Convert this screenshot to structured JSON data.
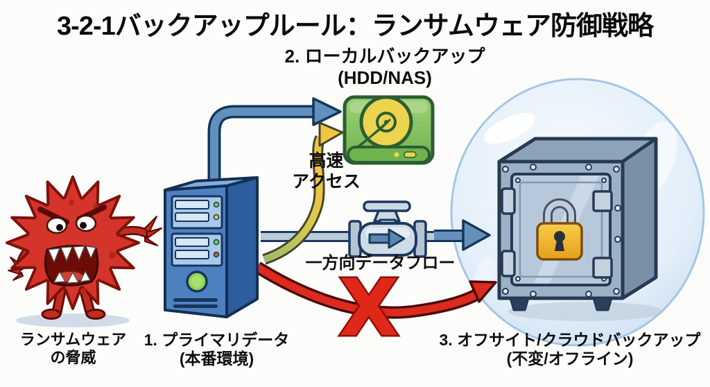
{
  "title": "3-2-1バックアップルール：ランサムウェア防御戦略",
  "labels": {
    "threat": {
      "line1": "ランサムウェア",
      "line2": "の脅威"
    },
    "primary": {
      "line1": "1. プライマリデータ",
      "line2": "(本番環境)"
    },
    "local_backup": {
      "line1": "2. ローカルバックアップ",
      "line2": "(HDD/NAS)"
    },
    "offsite_backup": {
      "line1": "3. オフサイト/クラウドバックアップ",
      "line2": "(不変/オフライン)"
    },
    "fast_access": {
      "line1": "高速",
      "line2": "アクセス"
    },
    "one_way_flow": "一方向データフロー",
    "blocked_mark": "X"
  },
  "icons": {
    "virus": "ransomware-virus-icon",
    "server": "server-tower-icon",
    "hdd": "hdd-nas-icon",
    "valve": "one-way-valve-icon",
    "safe": "locked-safe-icon",
    "padlock": "padlock-icon",
    "bubble": "protection-bubble"
  },
  "colors": {
    "virus_red": "#d5342a",
    "server_blue": "#4d80bf",
    "hdd_green": "#86c161",
    "disc_yellow": "#edd44e",
    "arrow_blue": "#618fbe",
    "arrow_yellow": "#f1c53f",
    "arrow_red": "#dd2a1e",
    "blocked_x_red": "#e02818",
    "padlock_gold": "#f2b63a",
    "safe_gray": "#9db1c6",
    "bubble_blue": "#cfe2f4"
  }
}
